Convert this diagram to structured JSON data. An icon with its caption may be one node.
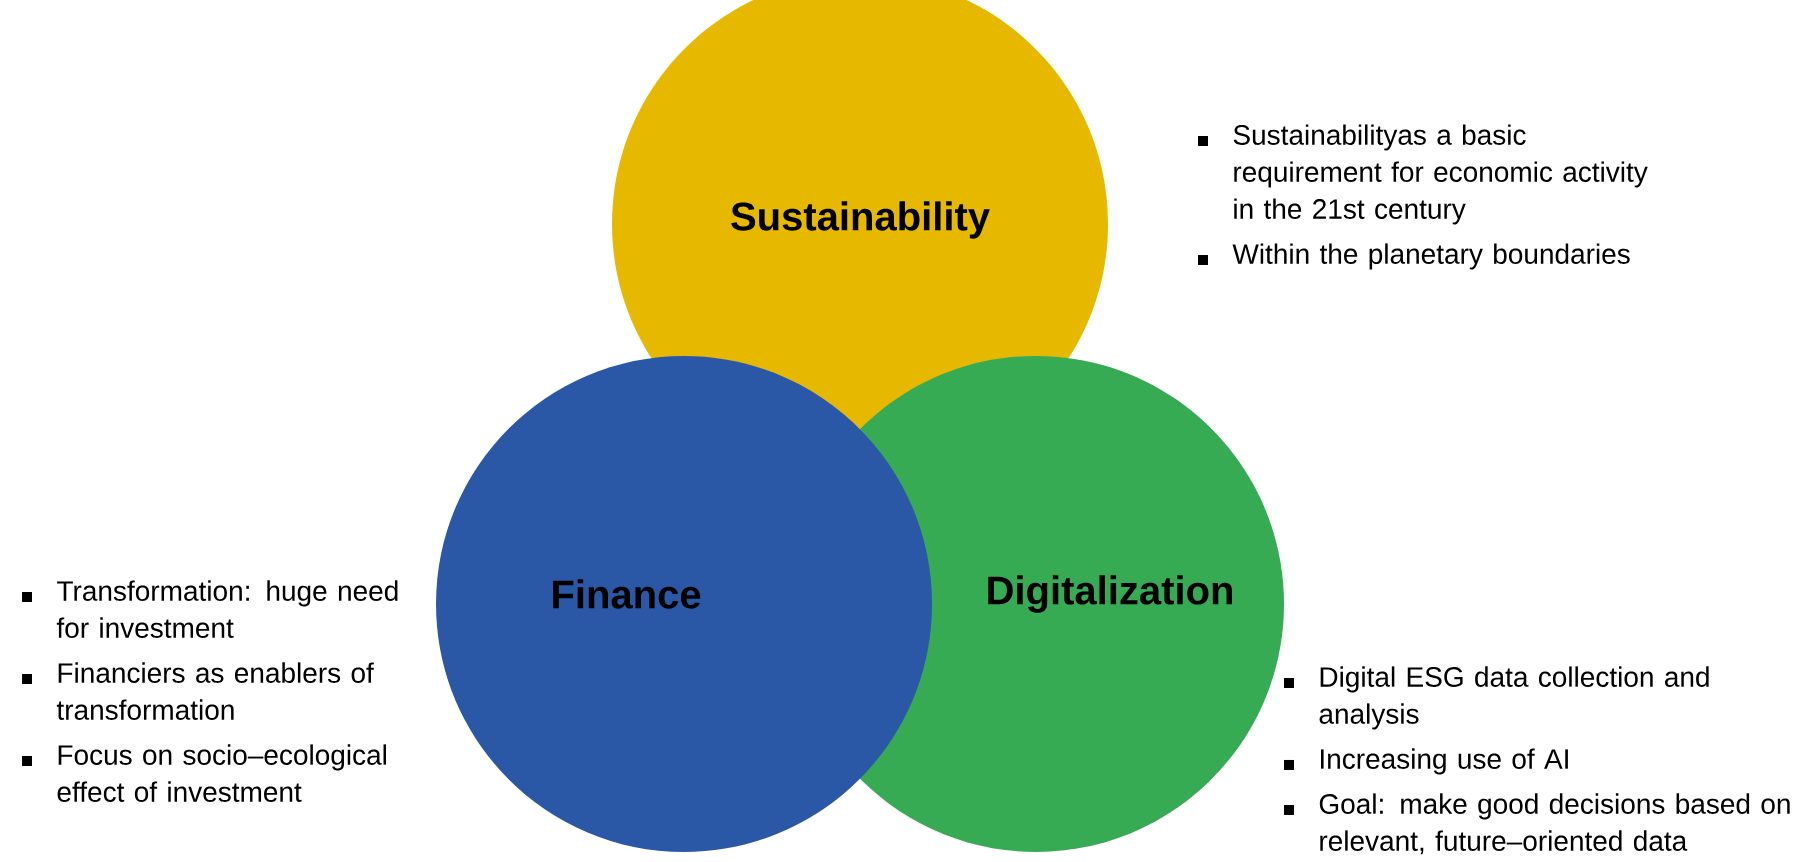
{
  "diagram": {
    "nodes": [
      {
        "text": [
          "Sustainability"
        ],
        "beside": [
          "Sustainabilityas a basic requirement for economic activity in the 21st century",
          "Within the planetary boundaries"
        ]
      },
      {
        "text": [
          "Digitalization"
        ],
        "beside": [
          "Digital ESG data collection and analysis",
          "Increasing use of AI",
          "Goal: make good decisions based on relevant, future–oriented data"
        ]
      },
      {
        "text": [
          "Finance"
        ],
        "beside": [
          "Transformation: huge need for investment",
          "Financiers as enablers of transformation",
          "Focus on socio–ecological effect of investment"
        ]
      }
    ]
  }
}
